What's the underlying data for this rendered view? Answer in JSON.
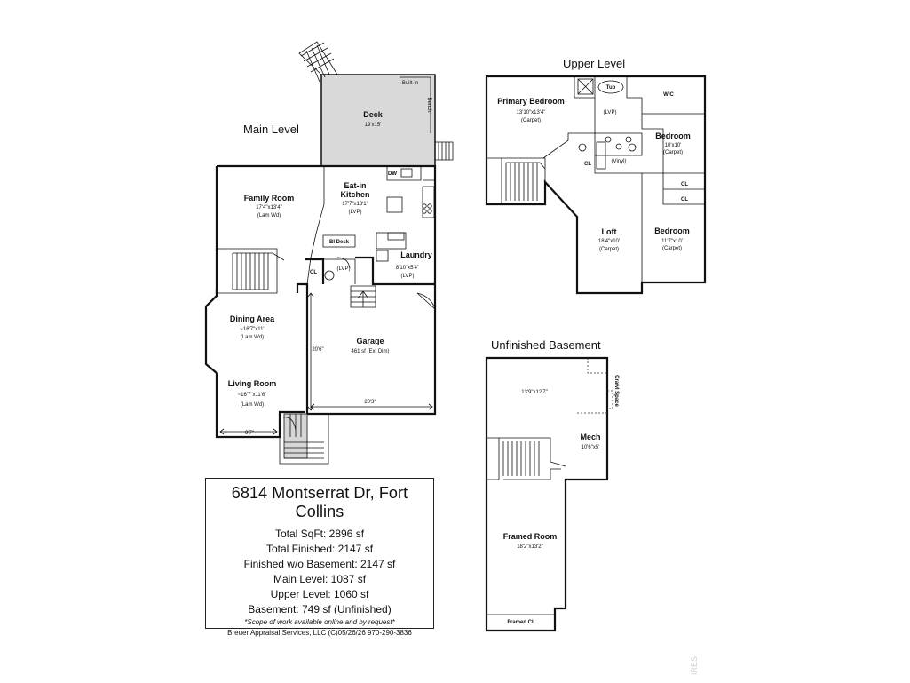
{
  "main_level": {
    "title": "Main Level",
    "deck": {
      "name": "Deck",
      "dims": "19'x15'",
      "builtin": "Built-in",
      "bench": "Bench"
    },
    "family_room": {
      "name": "Family Room",
      "dims": "17'4\"x13'4\"",
      "floor": "(Lam Wd)"
    },
    "kitchen": {
      "name1": "Eat-in",
      "name2": "Kitchen",
      "dims": "17'7\"x13'1\"",
      "floor": "(LVP)",
      "dw": "DW"
    },
    "bi_desk": "BI Desk",
    "cl": "CL",
    "lvp": "(LVP)",
    "laundry": {
      "name": "Laundry",
      "dims": "8'10\"x5'4\"",
      "floor": "(LVP)"
    },
    "dining": {
      "name": "Dining Area",
      "dims": "~16'7\"x11'",
      "floor": "(Lam Wd)"
    },
    "living": {
      "name": "Living Room",
      "dims": "~16'7\"x11'6\"",
      "floor": "(Lam Wd)"
    },
    "living_width": "9'7\"",
    "garage": {
      "name": "Garage",
      "area": "461 sf (Ext Dim)",
      "depth": "20'6\"",
      "width": "20'3\""
    }
  },
  "upper_level": {
    "title": "Upper Level",
    "primary": {
      "name": "Primary Bedroom",
      "dims": "13'10\"x13'4\"",
      "floor": "(Carpet)"
    },
    "tub": "Tub",
    "wic": "WIC",
    "lvp": "(LVP)",
    "vinyl": "(Vinyl)",
    "cl": "CL",
    "bedroom1": {
      "name": "Bedroom",
      "dims": "10'x10'",
      "floor": "(Carpet)"
    },
    "bedroom2": {
      "name": "Bedroom",
      "dims": "11'7\"x10'",
      "floor": "(Carpet)"
    },
    "loft": {
      "name": "Loft",
      "dims": "18'4\"x10'",
      "floor": "(Carpet)"
    },
    "closet_a": "CL",
    "closet_b": "CL"
  },
  "basement": {
    "title": "Unfinished Basement",
    "area_dims": "13'9\"x12'7\"",
    "crawl": "Crawl Space",
    "mech": {
      "name": "Mech",
      "dims": "10'6\"x5'"
    },
    "framed_room": {
      "name": "Framed Room",
      "dims": "18'2\"x13'2\""
    },
    "framed_cl": "Framed CL"
  },
  "info": {
    "address": "6814 Montserrat Dr, Fort Collins",
    "lines": [
      "Total SqFt: 2896 sf",
      "Total Finished: 2147 sf",
      "Finished w/o Basement: 2147 sf",
      "Main Level: 1087 sf",
      "Upper Level: 1060 sf",
      "Basement: 749 sf (Unfinished)"
    ],
    "note": "*Scope of work available online and by request*",
    "credit": "Breuer Appraisal Services, LLC (C)05/26/26  970-290-3836"
  },
  "watermark": "IRES"
}
